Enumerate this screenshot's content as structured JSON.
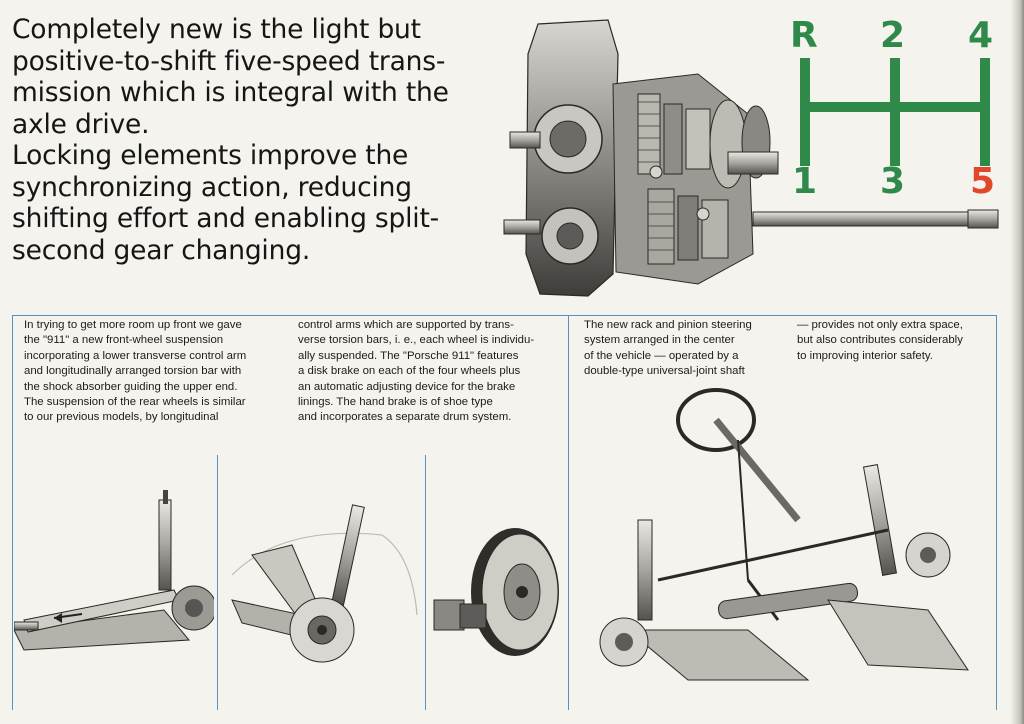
{
  "headline": {
    "lines": [
      "Completely new is the light but",
      "positive-to-shift five-speed trans-",
      "mission which is integral with the",
      "axle drive.",
      "Locking elements improve the",
      "synchronizing action, reducing",
      "shifting effort and enabling split-",
      "second gear changing."
    ]
  },
  "shift_pattern": {
    "top": [
      "R",
      "2",
      "4"
    ],
    "bottom": [
      "1",
      "3",
      "5"
    ],
    "color": "#2f8a4a",
    "highlight_color": "#e0472b",
    "highlight_gear": "5"
  },
  "columns": {
    "suspension_front": [
      "In trying to get more room up front we gave",
      "the \"911\" a new front-wheel suspension",
      "incorporating a lower transverse control arm",
      "and longitudinally arranged torsion bar with",
      "the shock absorber guiding the upper end.",
      "The suspension of the rear wheels is similar",
      "to our previous models, by longitudinal"
    ],
    "suspension_rear": [
      "control arms which are supported by trans-",
      "verse torsion bars, i. e., each wheel is individu-",
      "ally suspended. The \"Porsche 911\" features",
      "a disk brake on each of the four wheels plus",
      "an automatic adjusting device for the brake",
      "linings. The hand brake is of shoe type",
      "and incorporates a separate drum system."
    ],
    "steering_left": [
      "The new rack and pinion steering",
      "system arranged in the center",
      "of the vehicle — operated by a",
      "double-type universal-joint shaft"
    ],
    "steering_right": [
      "— provides not only extra space,",
      "but also contributes considerably",
      "to improving interior safety."
    ]
  },
  "colors": {
    "rule_blue": "#5a8fc0",
    "paper": "#f4f3ee"
  }
}
